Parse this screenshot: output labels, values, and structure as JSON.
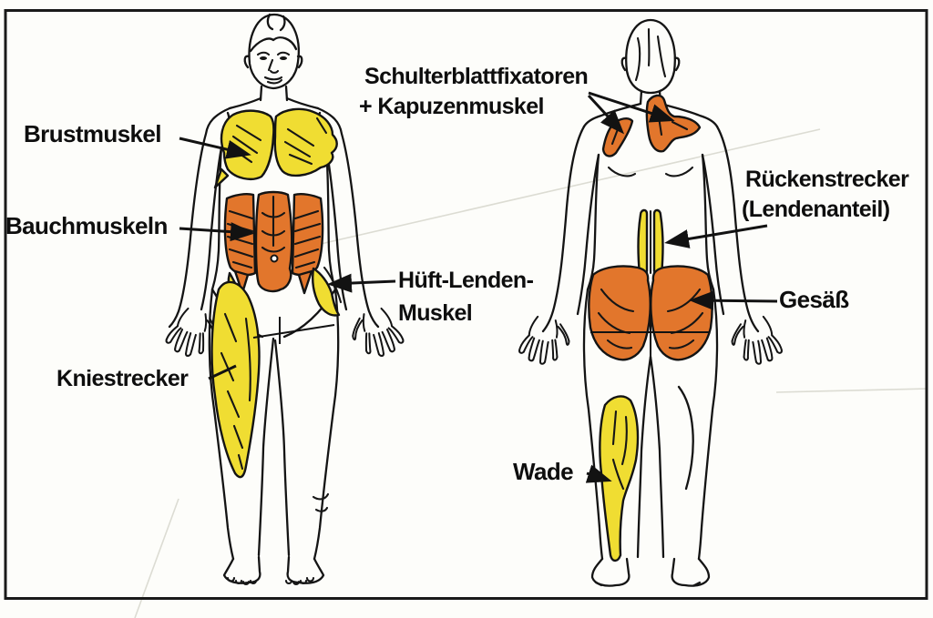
{
  "colors": {
    "muscle_yellow": "#f0dd32",
    "muscle_orange": "#e2762c",
    "line_black": "#141414",
    "background": "#fdfdfa"
  },
  "labels": {
    "brustmuskel": {
      "line1": "Brustmuskel"
    },
    "bauchmuskeln": {
      "line1": "Bauchmuskeln"
    },
    "kniestrecker": {
      "line1": "Kniestrecker"
    },
    "schulterblattfixatoren": {
      "line1": "Schulterblattfixatoren",
      "line2": "+ Kapuzenmuskel"
    },
    "rueckenstrecker": {
      "line1": "Rückenstrecker",
      "line2": "(Lendenanteil)"
    },
    "gesaess": {
      "line1": "Gesäß"
    },
    "hueft_lenden_muskel": {
      "line1": "Hüft-Lenden-",
      "line2": "Muskel"
    },
    "wade": {
      "line1": "Wade"
    }
  }
}
